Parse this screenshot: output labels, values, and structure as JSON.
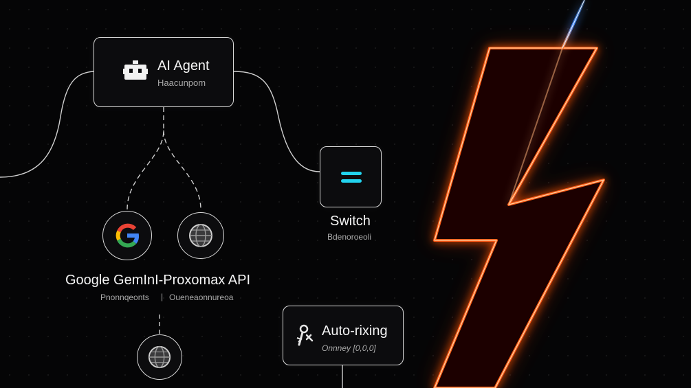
{
  "nodes": {
    "ai_agent": {
      "title": "AI Agent",
      "subtitle": "Haacunpom",
      "icon": "robot-icon"
    },
    "switch": {
      "title": "Switch",
      "subtitle": "Bdenoroeoli",
      "icon": "switch-icon"
    },
    "gemini": {
      "title": "Google GemInI-Proxomax API",
      "subtitle_left": "Pnonnqeonts",
      "separator": "|",
      "subtitle_right": "Oueneaonnureoa",
      "icon": "google-g-icon"
    },
    "proxmox": {
      "icon": "globe-icon"
    },
    "proxmox_bottom": {
      "icon": "globe-icon"
    },
    "auto_fixing": {
      "title": "Auto-rixing",
      "subtitle": "Onnney [0,0,0]",
      "icon": "wrench-icon"
    }
  },
  "colors": {
    "background": "#050506",
    "node_border": "#d9d9d9",
    "switch_accent": "#22d3ee",
    "bolt_orange": "#ff5a14",
    "bolt_core": "#ffd2a0",
    "beam_blue": "#3b82f6"
  }
}
